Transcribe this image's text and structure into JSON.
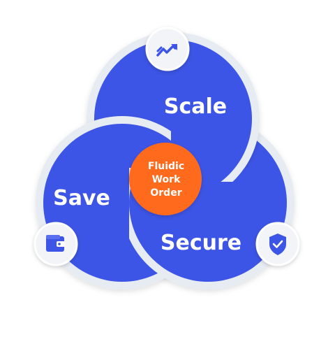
{
  "diagram": {
    "center": {
      "lines": [
        "Fluidic",
        "Work",
        "Order"
      ]
    },
    "segments": [
      {
        "key": "scale",
        "label": "Scale",
        "icon": "trend-up-icon"
      },
      {
        "key": "save",
        "label": "Save",
        "icon": "wallet-icon"
      },
      {
        "key": "secure",
        "label": "Secure",
        "icon": "shield-check-icon"
      }
    ],
    "colors": {
      "circle_fill": "#3D55E6",
      "circle_ring": "#E7ECF3",
      "center_fill": "#FF6A1A",
      "badge_fill": "#F2F4F7",
      "icon_color": "#3D55E6"
    }
  }
}
